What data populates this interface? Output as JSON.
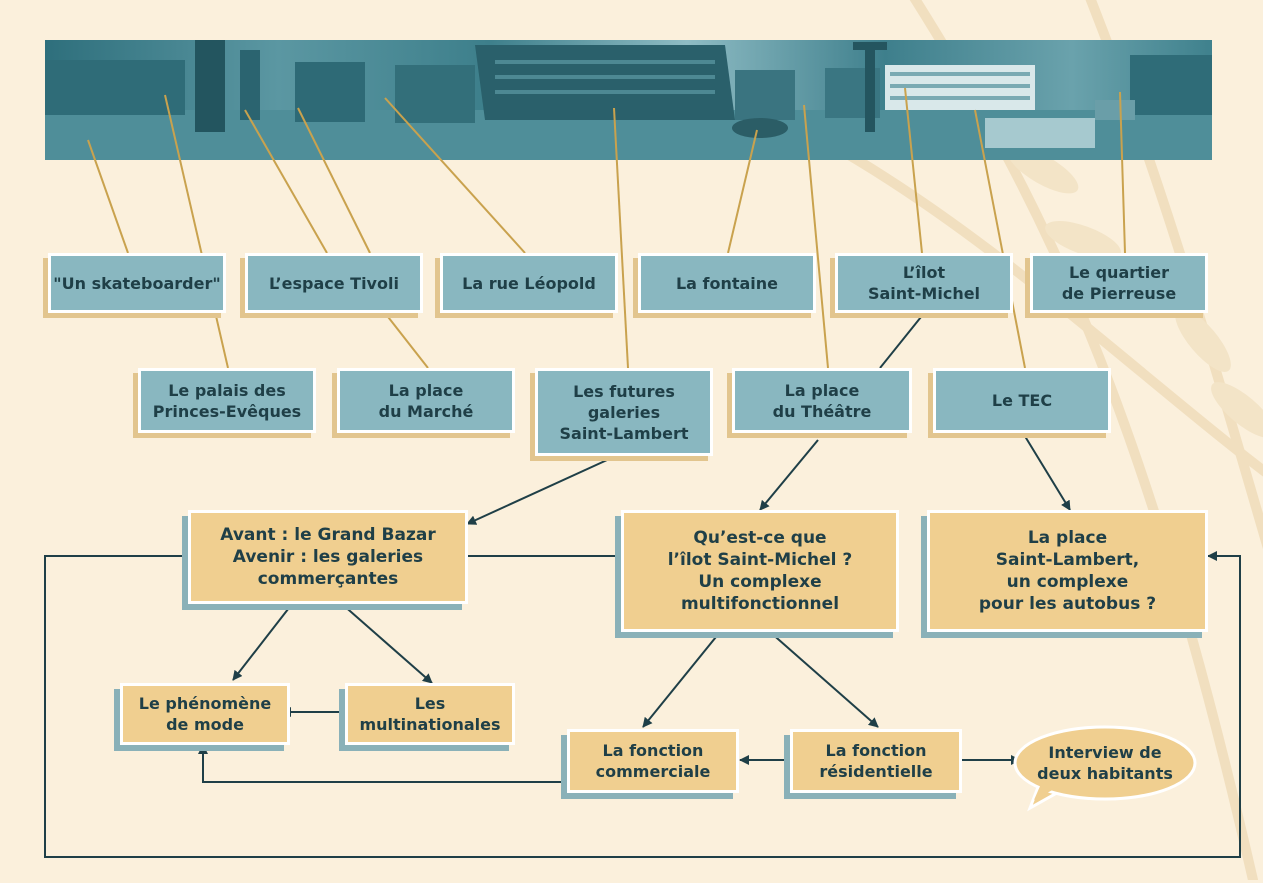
{
  "panorama": {
    "alt": "panorama-photo"
  },
  "photo_labels": {
    "skateboarder": "\"Un skateboarder\"",
    "tivoli": "L’espace Tivoli",
    "leopold": "La rue Léopold",
    "fontaine": "La fontaine",
    "ilot": "L’îlot\nSaint-Michel",
    "pierreuse": "Le quartier\nde Pierreuse",
    "palais": "Le palais des\nPrinces-Evêques",
    "marche": "La place\ndu Marché",
    "galeries": "Les futures\ngaleries\nSaint-Lambert",
    "theatre": "La place\ndu Théâtre",
    "tec": "Le TEC"
  },
  "topics": {
    "bazar": "Avant : le Grand Bazar\nAvenir : les galeries\ncommerçantes",
    "ilot_question": "Qu’est-ce que\nl’îlot Saint-Michel ?\nUn complexe\nmultifonctionnel",
    "place_lambert": "La place\nSaint-Lambert,\nun complexe\npour les autobus ?",
    "mode": "Le phénomène\nde mode",
    "multinationales": "Les\nmultinationales",
    "commerciale": "La fonction\ncommerciale",
    "residentielle": "La fonction\nrésidentielle",
    "interview": "Interview de\ndeux habitants"
  },
  "colors": {
    "photo_box": "#89b7c0",
    "topic_box": "#f0cf90",
    "line": "#c9a24e",
    "arrow": "#1f3f47",
    "background": "#fbf0dc"
  }
}
